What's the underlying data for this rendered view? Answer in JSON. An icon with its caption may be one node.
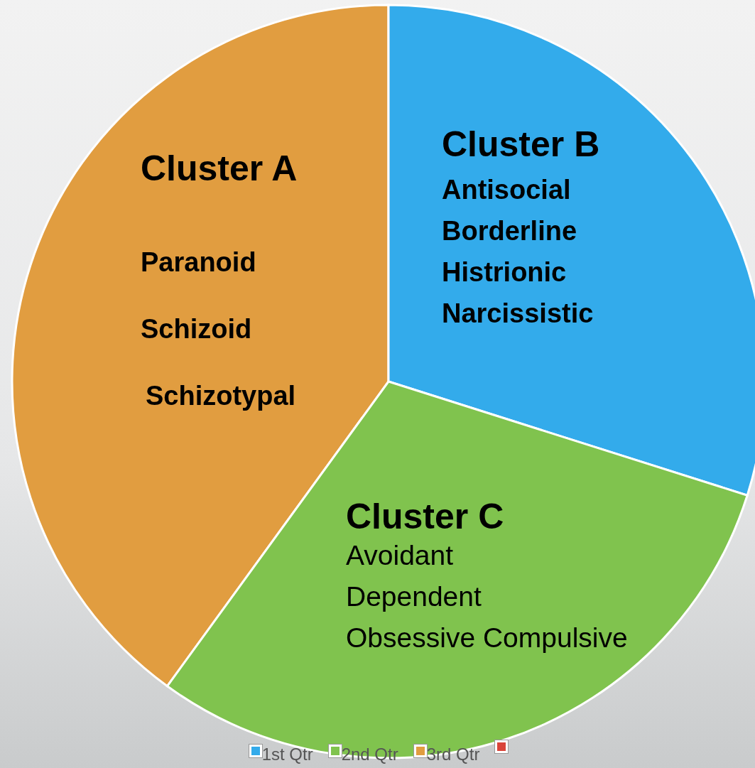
{
  "diagram": {
    "nodes": [
      {
        "text": [
          "Cluster A",
          "Paranoid",
          "Schizoid",
          "Schizotypal"
        ]
      },
      {
        "text": [
          "Cluster B",
          "Antisocial",
          "Borderline",
          "Histrionic",
          "Narcissistic"
        ]
      },
      {
        "text": [
          "Cluster C",
          "Avoidant",
          "Dependent",
          "Obsessive Compulsive"
        ]
      }
    ],
    "edges": [],
    "legend": [
      {
        "text": "1st Qtr",
        "color": "#33abeb"
      },
      {
        "text": "2nd Qtr",
        "color": "#80c34e"
      },
      {
        "text": "3rd Qtr",
        "color": "#e19d40"
      }
    ]
  }
}
